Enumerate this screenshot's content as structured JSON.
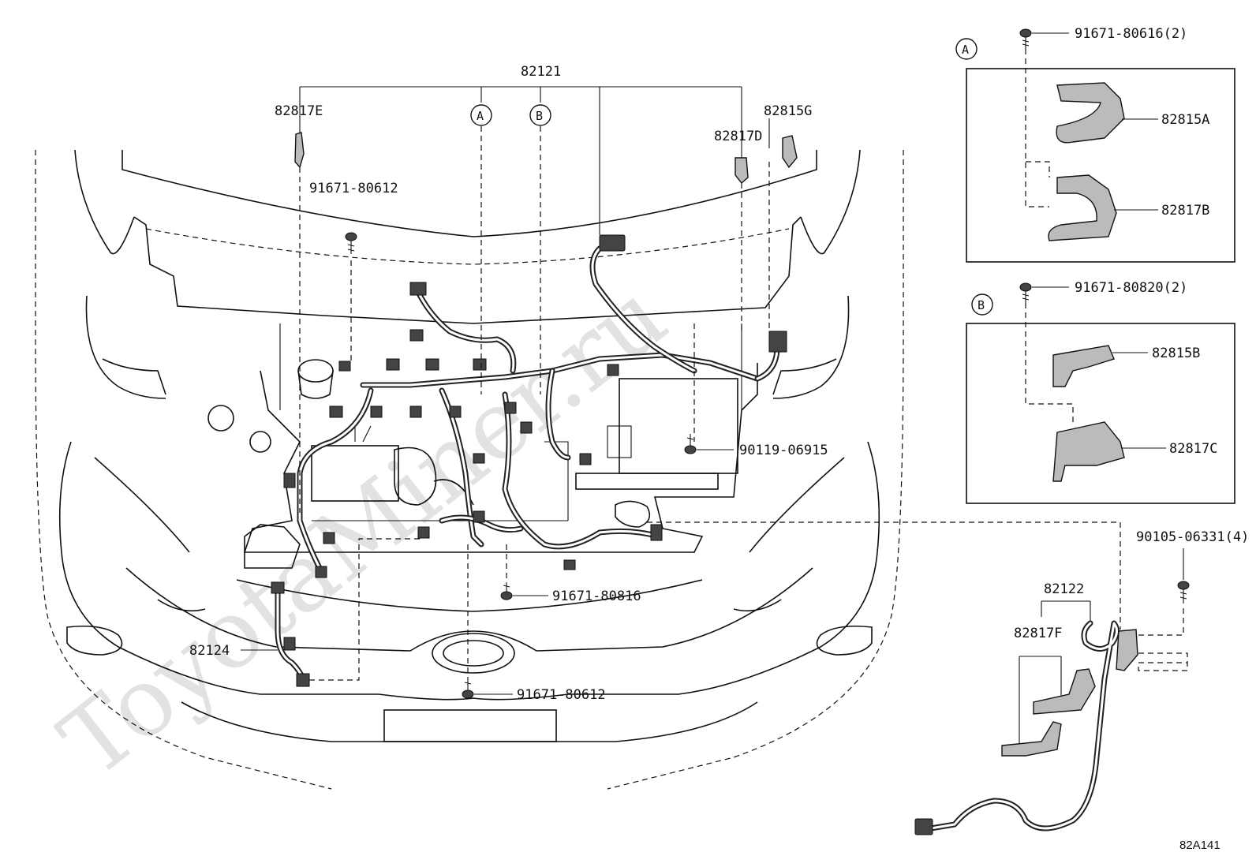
{
  "watermark": "ToyotaMiner.ru",
  "diagram_code": "82A141",
  "callouts": {
    "a": "A",
    "b": "B"
  },
  "labels": {
    "harness_main": "82121",
    "harness_sub": "82122",
    "harness_front": "82124",
    "cover_e": "82817E",
    "cover_d": "82817D",
    "cover_g": "82815G",
    "cover_a": "82815A",
    "cover_b_top": "82817B",
    "cover_b": "82815B",
    "cover_c": "82817C",
    "cover_f": "82817F",
    "bolt_a_detail": "91671-80616(2)",
    "bolt_b_detail": "91671-80820(2)",
    "bolt_top_left": "91671-80612",
    "bolt_center": "90119-06915",
    "bolt_right": "90105-06331(4)",
    "bolt_lower": "91671-80816",
    "bolt_bottom": "91671-80612"
  }
}
